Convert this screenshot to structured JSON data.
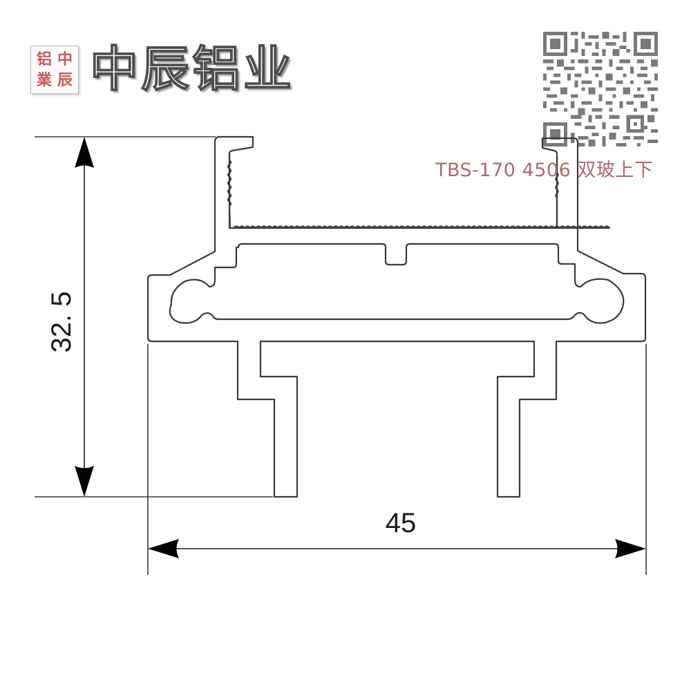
{
  "header": {
    "logo_stamp_chars": [
      "铝",
      "中",
      "業",
      "辰"
    ],
    "brand_name": "中辰铝业",
    "qr_code": "qr-code-icon"
  },
  "drawing": {
    "part_label": "TBS-170 4506 双玻上下",
    "part_code": "TBS-170",
    "part_number": "4506",
    "description": "双玻上下",
    "dimensions": {
      "height": "32. 5",
      "width": "45"
    },
    "colors": {
      "outline": "#3a3a3a",
      "label": "#b06a6a",
      "stamp_text": "#c85a5a"
    }
  }
}
